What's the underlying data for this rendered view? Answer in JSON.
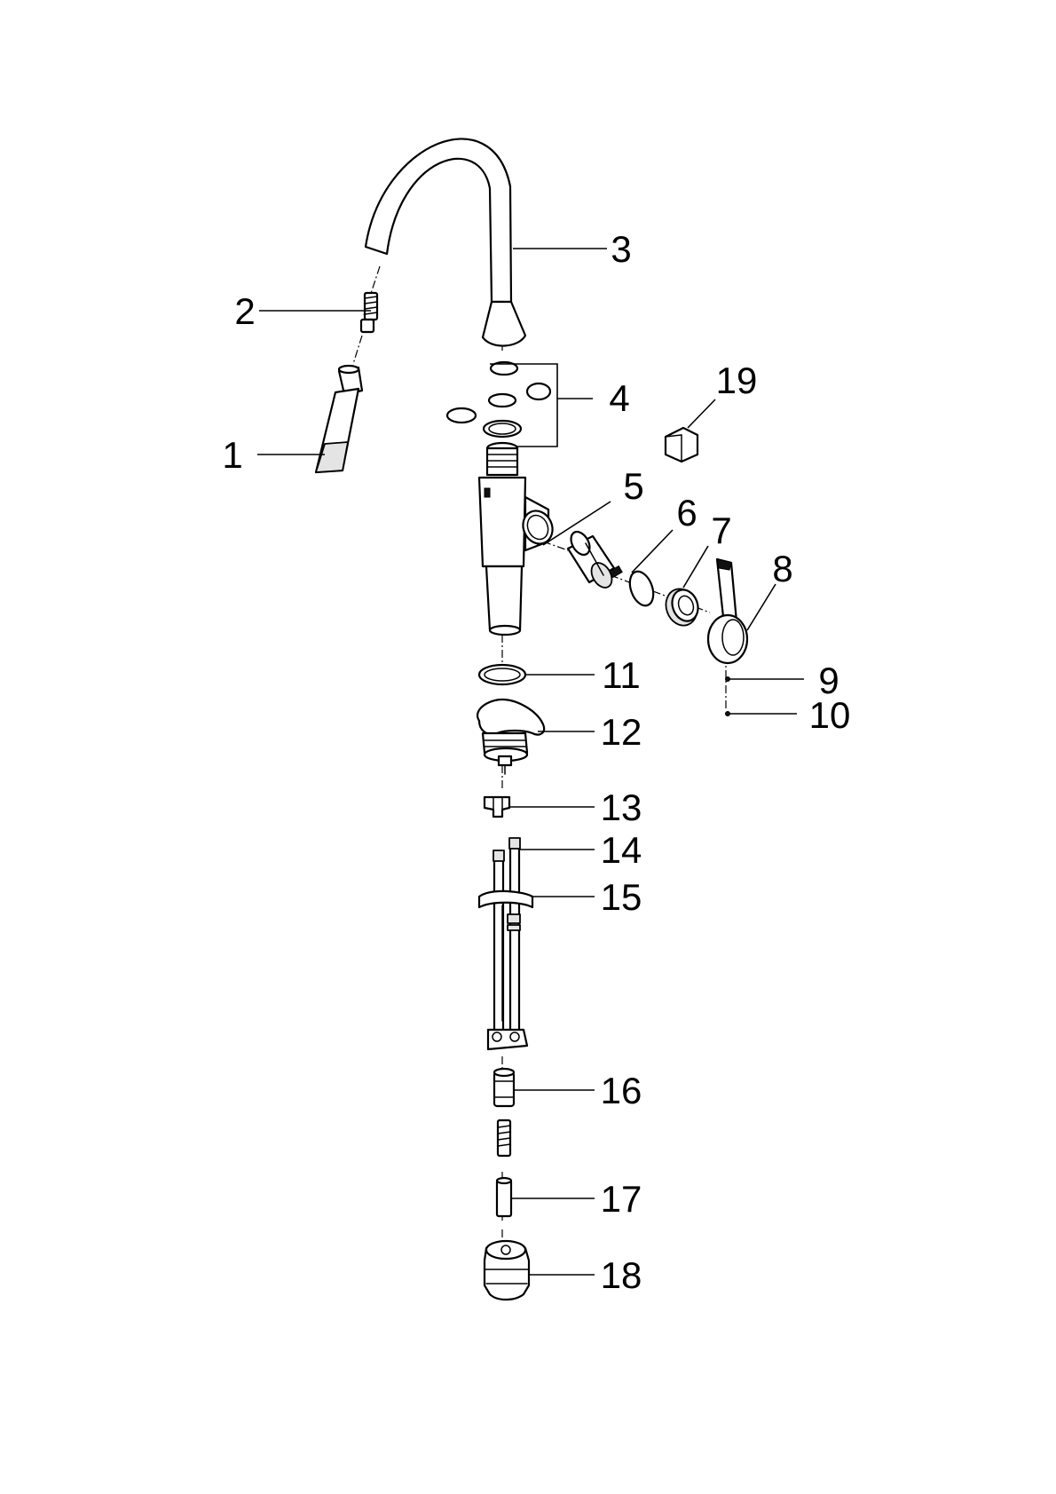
{
  "callouts": {
    "p1": "1",
    "p2": "2",
    "p3": "3",
    "p4": "4",
    "p5": "5",
    "p6": "6",
    "p7": "7",
    "p8": "8",
    "p9": "9",
    "p10": "10",
    "p11": "11",
    "p12": "12",
    "p13": "13",
    "p14": "14",
    "p15": "15",
    "p16": "16",
    "p17": "17",
    "p18": "18",
    "p19": "19"
  },
  "colors": {
    "line": "#000000",
    "background": "#ffffff",
    "shade": "#e4e4e4"
  }
}
